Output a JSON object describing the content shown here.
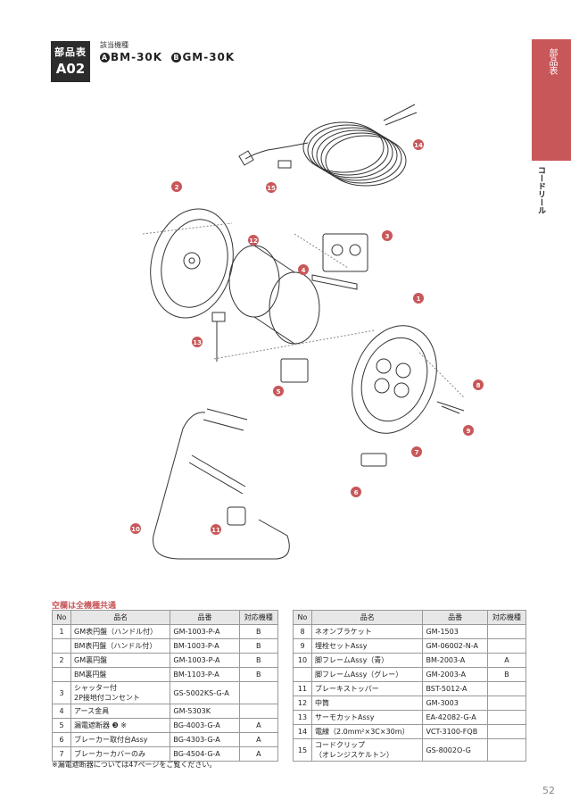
{
  "header": {
    "badge_top": "部品表",
    "badge_code": "A02",
    "applies_label": "該当機種",
    "model_a_mark": "A",
    "model_a": "BM-30K",
    "model_b_mark": "B",
    "model_b": "GM-30K"
  },
  "side": {
    "tab_label": "部品表",
    "category": "コードリール"
  },
  "diagram": {
    "callouts": [
      "1",
      "2",
      "3",
      "4",
      "5",
      "6",
      "7",
      "8",
      "9",
      "10",
      "11",
      "12",
      "13",
      "14",
      "15"
    ],
    "accent_color": "#c8575a"
  },
  "table_note": "空欄は全機種共通",
  "columns": [
    "No",
    "品名",
    "品番",
    "対応機種"
  ],
  "left_rows": [
    {
      "no": "1",
      "name": "GM表円盤（ハンドル付）",
      "part": "GM-1003-P-A",
      "model": "B"
    },
    {
      "no": "",
      "name": "BM表円盤（ハンドル付）",
      "part": "BM-1003-P-A",
      "model": "B"
    },
    {
      "no": "2",
      "name": "GM裏円盤",
      "part": "GM-1003-P-A",
      "model": "B"
    },
    {
      "no": "",
      "name": "BM裏円盤",
      "part": "BM-1103-P-A",
      "model": "B"
    },
    {
      "no": "3",
      "name": "シャッター付\n2P接地付コンセント",
      "part": "GS-5002KS-G-A",
      "model": ""
    },
    {
      "no": "4",
      "name": "アース金具",
      "part": "GM-5303K",
      "model": ""
    },
    {
      "no": "5",
      "name": "漏電遮断器 ❸ ※",
      "part": "BG-4003-G-A",
      "model": "A"
    },
    {
      "no": "6",
      "name": "ブレーカー取付台Assy",
      "part": "BG-4303-G-A",
      "model": "A"
    },
    {
      "no": "7",
      "name": "ブレーカーカバーのみ",
      "part": "BG-4504-G-A",
      "model": "A"
    }
  ],
  "right_rows": [
    {
      "no": "8",
      "name": "ネオンブラケット",
      "part": "GM-1503",
      "model": ""
    },
    {
      "no": "9",
      "name": "埋栓セットAssy",
      "part": "GM-06002-N-A",
      "model": ""
    },
    {
      "no": "10",
      "name": "脚フレームAssy（青）",
      "part": "BM-2003-A",
      "model": "A"
    },
    {
      "no": "",
      "name": "脚フレームAssy（グレー）",
      "part": "GM-2003-A",
      "model": "B"
    },
    {
      "no": "11",
      "name": "ブレーキストッパー",
      "part": "BST-5012-A",
      "model": ""
    },
    {
      "no": "12",
      "name": "中筒",
      "part": "GM-3003",
      "model": ""
    },
    {
      "no": "13",
      "name": "サーモカットAssy",
      "part": "EA-42082-G-A",
      "model": ""
    },
    {
      "no": "14",
      "name": "電線（2.0mm²×3C×30m）",
      "part": "VCT-3100-FQB",
      "model": ""
    },
    {
      "no": "15",
      "name": "コードクリップ\n（オレンジスケルトン）",
      "part": "GS-8002O-G",
      "model": ""
    }
  ],
  "footnote": "※漏電遮断器については47ページをご覧ください。",
  "page_number": "52"
}
